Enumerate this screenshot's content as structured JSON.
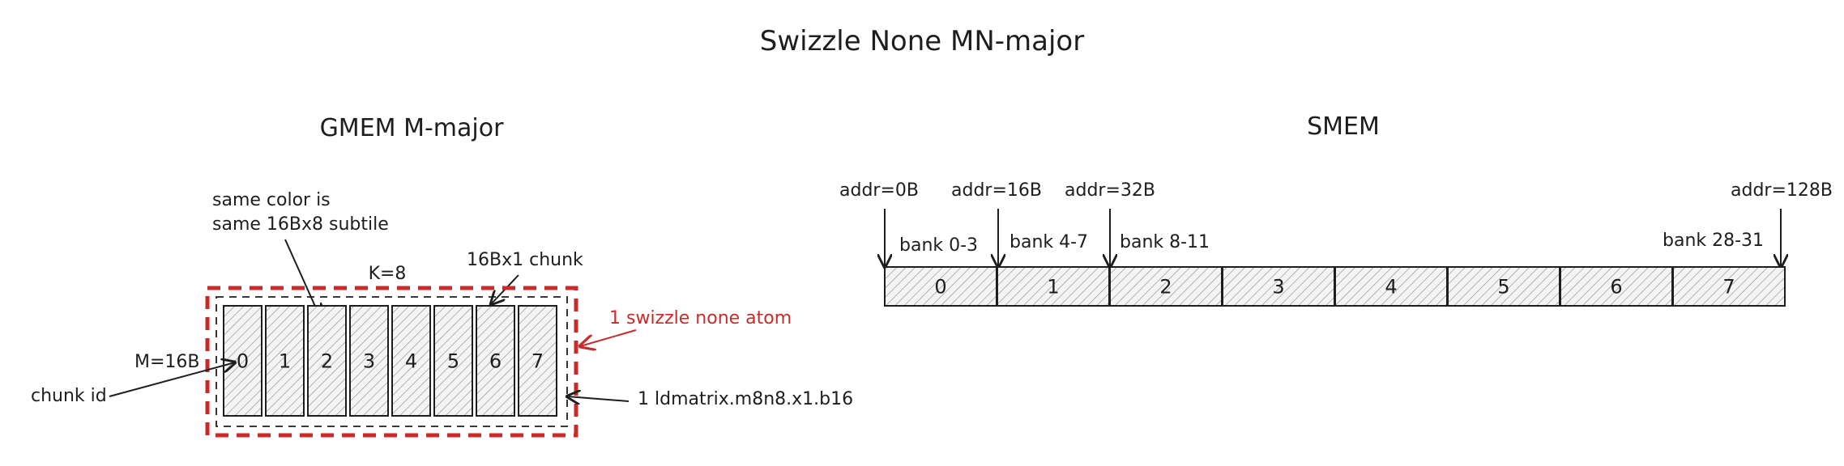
{
  "title": "Swizzle None MN-major",
  "gmem": {
    "heading": "GMEM M-major",
    "note_line1": "same color is",
    "note_line2": "same 16Bx8 subtile",
    "chunk_label": "16Bx1 chunk",
    "k_label": "K=8",
    "m_label": "M=16B",
    "chunk_id_label": "chunk id",
    "atom_label": "1 swizzle none atom",
    "ldmatrix_label": "1 ldmatrix.m8n8.x1.b16",
    "chunks": [
      "0",
      "1",
      "2",
      "3",
      "4",
      "5",
      "6",
      "7"
    ],
    "atom_color": "#c92a2a"
  },
  "smem": {
    "heading": "SMEM",
    "cells": [
      "0",
      "1",
      "2",
      "3",
      "4",
      "5",
      "6",
      "7"
    ],
    "addresses": [
      "addr=0B",
      "addr=16B",
      "addr=32B",
      "addr=128B"
    ],
    "banks": [
      "bank 0-3",
      "bank 4-7",
      "bank 8-11",
      "bank 28-31"
    ]
  }
}
